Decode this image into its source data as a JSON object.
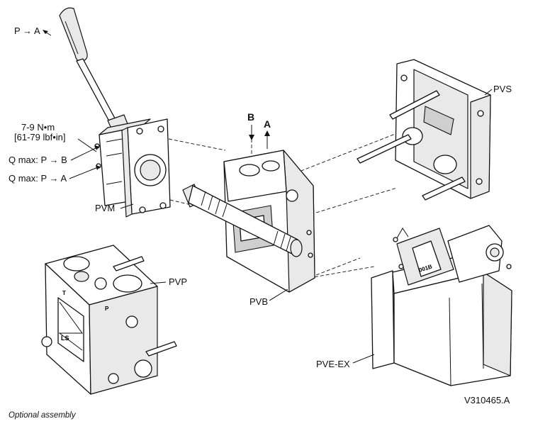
{
  "labels": {
    "p_to_a_top": "P → A",
    "torque_line1": "7-9 N•m",
    "torque_line2": "[61-79 lbf•in]",
    "qmax_pb": "Q max: P → B",
    "qmax_pa": "Q max: P → A",
    "pvm": "PVM",
    "pvp": "PVP",
    "pvb": "PVB",
    "pvs": "PVS",
    "pve_ex": "PVE-EX",
    "port_b": "B",
    "port_a": "A"
  },
  "part_markings": {
    "pvp_t": "T",
    "pvp_p": "P",
    "pvp_ls": "LS",
    "pve_tag": "001B"
  },
  "caption": "Optional assembly",
  "figure_ref": "V310465.A"
}
